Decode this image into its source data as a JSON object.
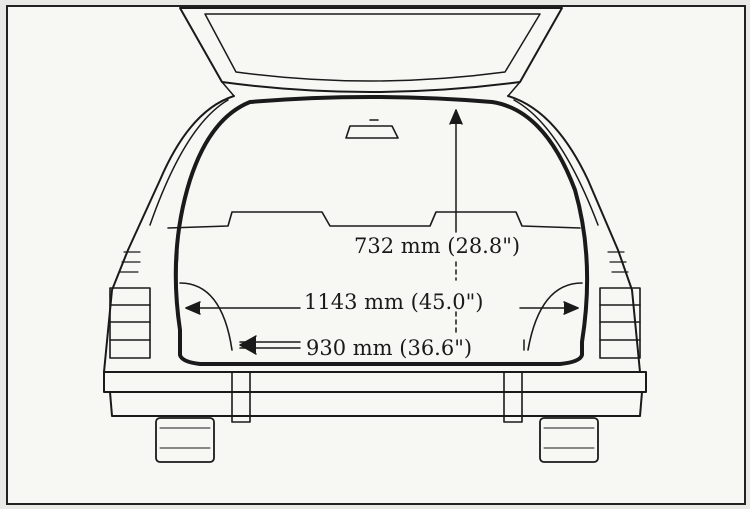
{
  "colors": {
    "ink": "#1a1a1a",
    "paper": "#f7f7f4",
    "outer": "#e9e9e6"
  },
  "dimensions": {
    "height": "732 mm (28.8\")",
    "width_max": "1143 mm (45.0\")",
    "width_between_arches": "930 mm (36.6\")"
  }
}
